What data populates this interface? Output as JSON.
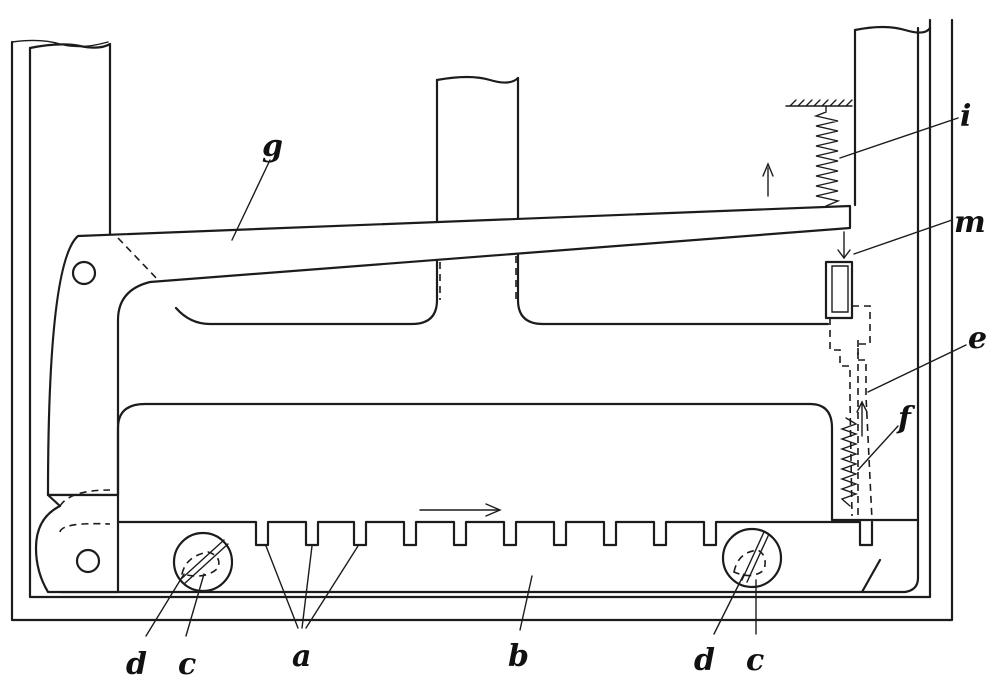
{
  "labels": {
    "g": "g",
    "i": "i",
    "m": "m",
    "e": "e",
    "f": "f",
    "a": "a",
    "b": "b",
    "c": "c",
    "d": "d"
  },
  "colors": {
    "ink": "#1c1c1c",
    "paper": "#ffffff"
  }
}
